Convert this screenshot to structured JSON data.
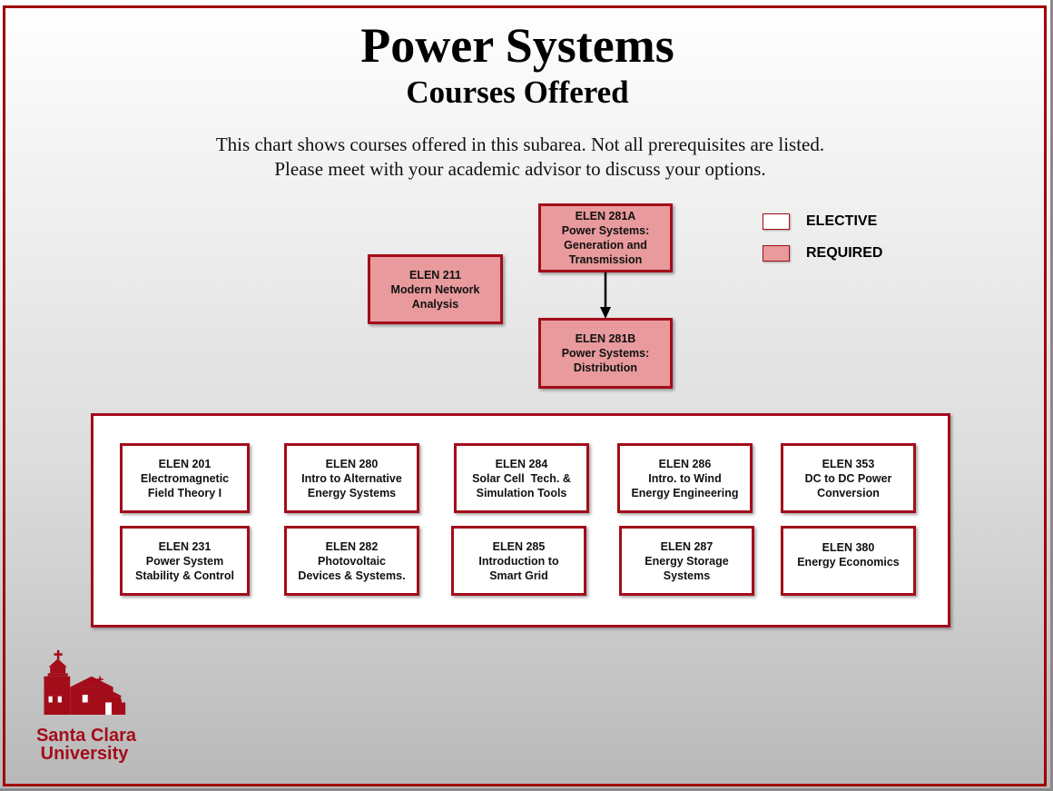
{
  "header": {
    "title": "Power Systems",
    "subtitle": "Courses Offered",
    "description_line1": "This chart shows courses offered in this subarea. Not all prerequisites are listed.",
    "description_line2": "Please meet with your academic advisor to discuss your options."
  },
  "legend": {
    "elective_label": "ELECTIVE",
    "required_label": "REQUIRED",
    "elective_color": "#ffffff",
    "required_color": "#e89a9c"
  },
  "required_courses": {
    "elen281a": {
      "code": "ELEN 281A",
      "line1": "Power Systems:",
      "line2": "Generation and",
      "line3": "Transmission"
    },
    "elen211": {
      "code": "ELEN 211",
      "line1": "Modern Network",
      "line2": "Analysis"
    },
    "elen281b": {
      "code": "ELEN 281B",
      "line1": "Power Systems:",
      "line2": "Distribution"
    }
  },
  "electives": [
    {
      "code": "ELEN 201",
      "line1": "Electromagnetic",
      "line2": "Field Theory I"
    },
    {
      "code": "ELEN 280",
      "line1": "Intro to Alternative",
      "line2": "Energy Systems"
    },
    {
      "code": "ELEN 284",
      "line1": "Solar Cell  Tech. &",
      "line2": "Simulation Tools"
    },
    {
      "code": "ELEN 286",
      "line1": "Intro. to Wind",
      "line2": "Energy Engineering"
    },
    {
      "code": "ELEN 353",
      "line1": "DC to DC Power",
      "line2": "Conversion"
    },
    {
      "code": "ELEN 231",
      "line1": "Power System",
      "line2": "Stability & Control"
    },
    {
      "code": "ELEN 282",
      "line1": "Photovoltaic",
      "line2": "Devices & Systems."
    },
    {
      "code": "ELEN 285",
      "line1": "Introduction to",
      "line2": "Smart Grid"
    },
    {
      "code": "ELEN 287",
      "line1": "Energy Storage",
      "line2": "Systems"
    },
    {
      "code": "ELEN 380",
      "line1": "Energy Economics",
      "line2": ""
    }
  ],
  "logo": {
    "line1": "Santa Clara",
    "line2": "University"
  },
  "colors": {
    "border": "#a30d1a",
    "brand": "#a30d1a"
  }
}
